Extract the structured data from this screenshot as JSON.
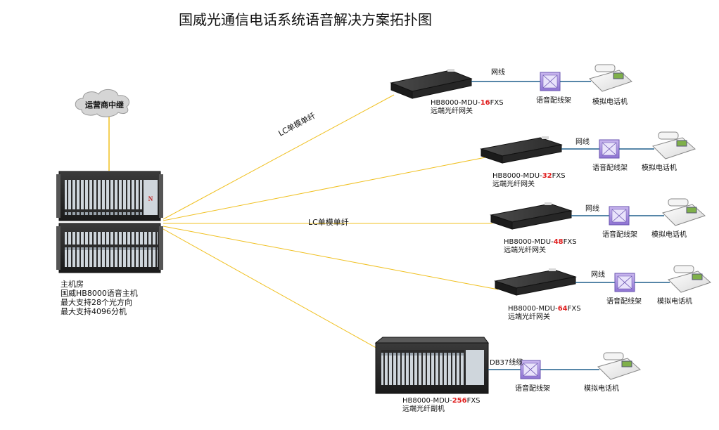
{
  "title": "国威光通信电话系统语音解决方案拓扑图",
  "carrier": {
    "label": "运营商中继"
  },
  "main_host": {
    "lines": [
      "主机房",
      "国威HB8000语音主机",
      "最大支持28个光方向",
      "最大支持4096分机"
    ]
  },
  "fiber_label": "LC单模单纤",
  "colors": {
    "fiber": "#f0c020",
    "network": "#1f5f8b",
    "cable": "#1f5f8b",
    "highlight": "#e01e1e"
  },
  "branches": [
    {
      "model_prefix": "HB8000-MDU-",
      "model_num": "16",
      "model_suffix": "FXS",
      "desc": "远端光纤网关",
      "link_label": "网线",
      "patch_label": "语音配线架",
      "phone_label": "模拟电话机"
    },
    {
      "model_prefix": "HB8000-MDU-",
      "model_num": "32",
      "model_suffix": "FXS",
      "desc": "远端光纤网关",
      "link_label": "网线",
      "patch_label": "语音配线架",
      "phone_label": "模拟电话机"
    },
    {
      "model_prefix": "HB8000-MDU-",
      "model_num": "48",
      "model_suffix": "FXS",
      "desc": "远端光纤网关",
      "link_label": "网线",
      "patch_label": "语音配线架",
      "phone_label": "模拟电话机"
    },
    {
      "model_prefix": "HB8000-MDU-",
      "model_num": "64",
      "model_suffix": "FXS",
      "desc": "远端光纤网关",
      "link_label": "网线",
      "patch_label": "语音配线架",
      "phone_label": "模拟电话机"
    },
    {
      "model_prefix": "HB8000-MDU-",
      "model_num": "256",
      "model_suffix": "FXS",
      "desc": "远端光纤副机",
      "link_label": "DB37线缆",
      "patch_label": "语音配线架",
      "phone_label": "模拟电话机"
    }
  ]
}
